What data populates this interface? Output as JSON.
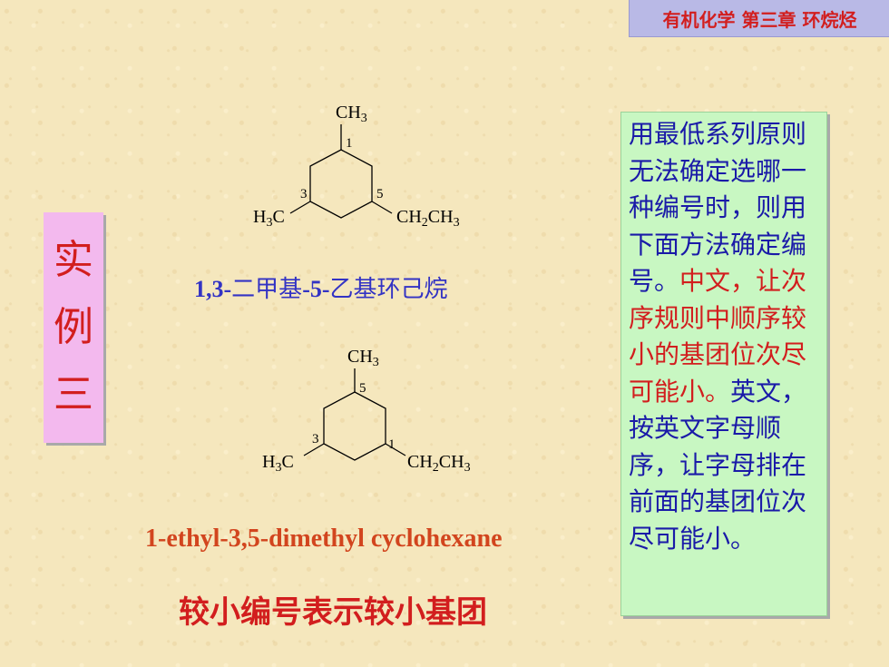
{
  "header": {
    "title": "有机化学 第三章 环烷烃"
  },
  "example_label": [
    "实",
    "例",
    "三"
  ],
  "structure1": {
    "top_group": "CH3",
    "left_group": "H3C",
    "right_group": "CH2CH3",
    "numbers": [
      "1",
      "3",
      "5"
    ]
  },
  "structure2": {
    "top_group": "CH3",
    "left_group": "H3C",
    "right_group": "CH2CH3",
    "numbers": [
      "5",
      "3",
      "1"
    ]
  },
  "name_chinese": {
    "part1": "1,3-",
    "part2": "二甲基",
    "part3": "-5-",
    "part4": "乙基环己烷"
  },
  "name_english": "1-ethyl-3,5-dimethyl cyclohexane",
  "conclusion": "较小编号表示较小基团",
  "note": {
    "part1": "用最低系列原则无法确定选哪一种编号时，则用下面方法确定编号。",
    "part2": "中文，让次序规则中顺序较小的基团位次尽可能小。",
    "part3": "英文，按英文字母顺序，让字母排在前面的基团位次尽可能小。"
  }
}
